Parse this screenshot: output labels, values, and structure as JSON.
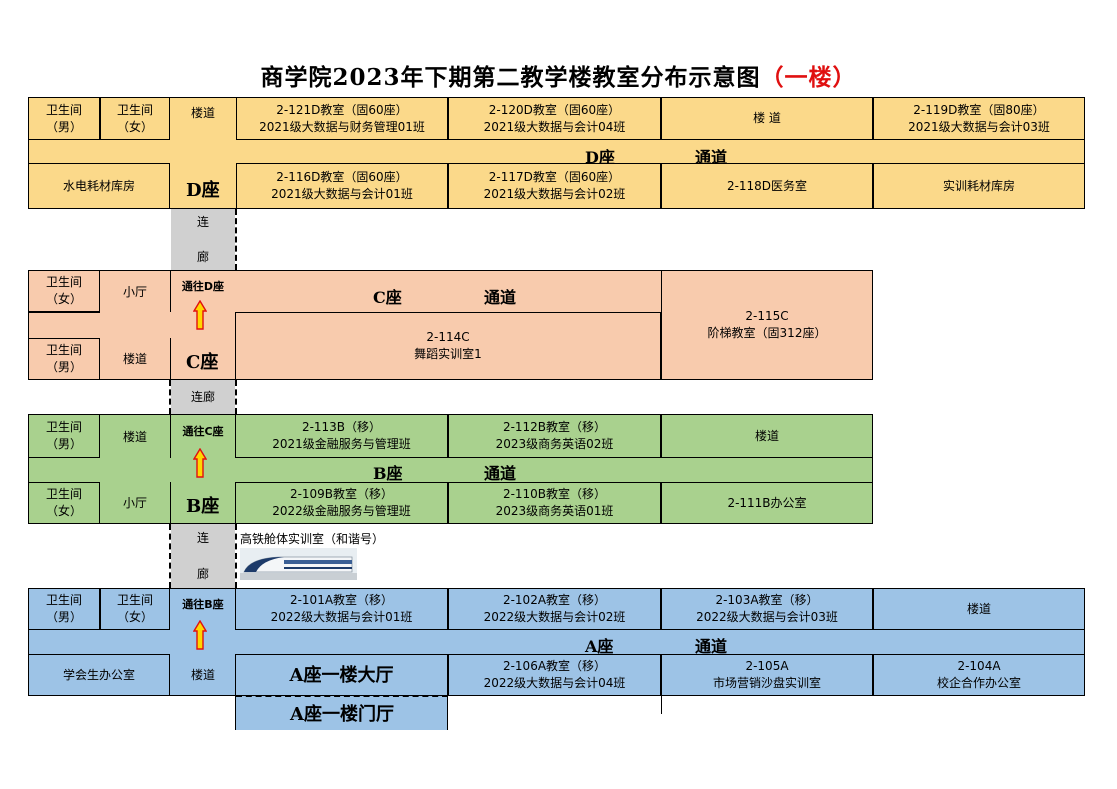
{
  "title": {
    "main": "商学院2023年下期第二教学楼教室分布示意图",
    "accent": "（一楼）"
  },
  "colors": {
    "d": "#fbd98a",
    "c": "#f8cbad",
    "b": "#a9d18e",
    "a": "#9dc3e6",
    "corridor": "#d0d0d0",
    "arrow": "#ffd700",
    "arrow_border": "#e01010"
  },
  "d": {
    "wc_m": [
      "卫生间",
      "（男）"
    ],
    "wc_f": [
      "卫生间",
      "（女）"
    ],
    "stairs1": "楼道",
    "r121": [
      "2-121D教室（固60座）",
      "2021级大数据与财务管理01班"
    ],
    "r120": [
      "2-120D教室（固60座）",
      "2021级大数据与会计04班"
    ],
    "stairs2": "楼  道",
    "r119": [
      "2-119D教室（固80座）",
      "2021级大数据与会计03班"
    ],
    "hall_name": "D座",
    "hall_passage": "通道",
    "storage1": "水电耗材库房",
    "name": "D座",
    "r116": [
      "2-116D教室（固60座）",
      "2021级大数据与会计01班"
    ],
    "r117": [
      "2-117D教室（固60座）",
      "2021级大数据与会计02班"
    ],
    "r118": "2-118D医务室",
    "storage2": "实训耗材库房"
  },
  "link1": [
    "连",
    "廊"
  ],
  "c": {
    "wc_f": [
      "卫生间",
      "（女）"
    ],
    "lobby": "小厅",
    "to": "通往D座",
    "hall_name": "C座",
    "hall_passage": "通道",
    "r115": [
      "2-115C",
      "阶梯教室（固312座）"
    ],
    "wc_m": [
      "卫生间",
      "（男）"
    ],
    "stairs": "楼道",
    "name": "C座",
    "r114": [
      "2-114C",
      "舞蹈实训室1"
    ]
  },
  "link2": "连廊",
  "b": {
    "wc_m": [
      "卫生间",
      "（男）"
    ],
    "stairs1": "楼道",
    "to": "通往C座",
    "r113": [
      "2-113B（移）",
      "2021级金融服务与管理班"
    ],
    "r112": [
      "2-112B教室（移）",
      "2023级商务英语02班"
    ],
    "stairs2": "楼道",
    "hall_name": "B座",
    "hall_passage": "通道",
    "wc_f": [
      "卫生间",
      "（女）"
    ],
    "lobby": "小厅",
    "name": "B座",
    "r109": [
      "2-109B教室（移）",
      "2022级金融服务与管理班"
    ],
    "r110": [
      "2-110B教室（移）",
      "2023级商务英语01班"
    ],
    "r111": "2-111B办公室"
  },
  "link3": [
    "连",
    "廊"
  ],
  "train": "高铁舱体实训室（和谐号）",
  "a": {
    "wc_m": [
      "卫生间",
      "（男）"
    ],
    "wc_f": [
      "卫生间",
      "（女）"
    ],
    "to": "通往B座",
    "r101": [
      "2-101A教室（移）",
      "2022级大数据与会计01班"
    ],
    "r102": [
      "2-102A教室（移）",
      "2022级大数据与会计02班"
    ],
    "r103": [
      "2-103A教室（移）",
      "2022级大数据与会计03班"
    ],
    "stairs1": "楼道",
    "hall_name": "A座",
    "hall_passage": "通道",
    "office": "学会生办公室",
    "stairs2": "楼道",
    "lobby": "A座一楼大厅",
    "gate": "A座一楼门厅",
    "r106": [
      "2-106A教室（移）",
      "2022级大数据与会计04班"
    ],
    "r105": [
      "2-105A",
      "市场营销沙盘实训室"
    ],
    "r104": [
      "2-104A",
      "校企合作办公室"
    ]
  }
}
